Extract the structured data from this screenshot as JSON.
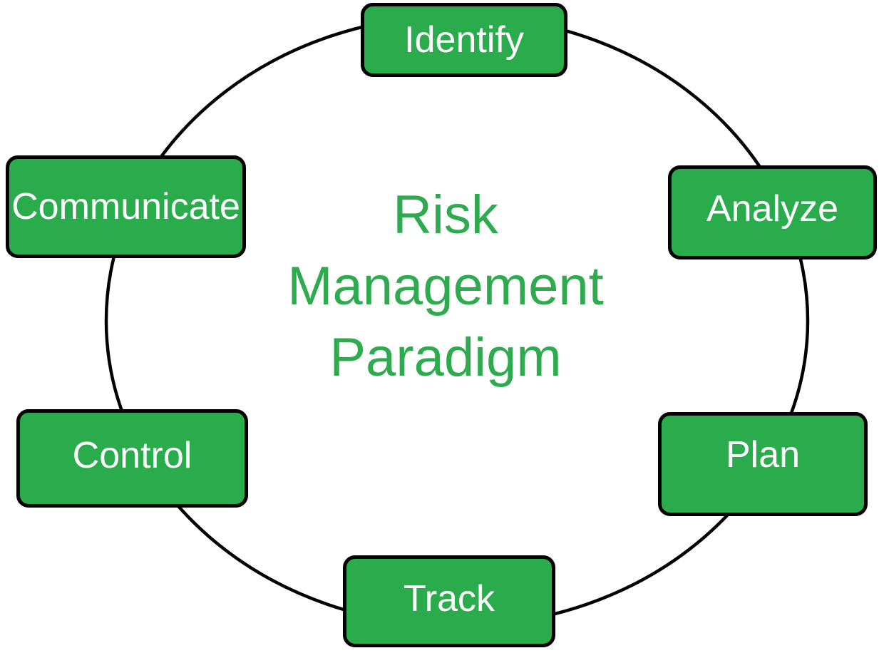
{
  "diagram": {
    "title": "Risk Management Paradigm",
    "title_lines": [
      "Risk",
      "Management",
      "Paradigm"
    ],
    "nodes": [
      {
        "label": "Identify",
        "position": "top"
      },
      {
        "label": "Analyze",
        "position": "upper-right"
      },
      {
        "label": "Plan",
        "position": "lower-right"
      },
      {
        "label": "Track",
        "position": "bottom"
      },
      {
        "label": "Control",
        "position": "lower-left"
      },
      {
        "label": "Communicate",
        "position": "upper-left"
      }
    ],
    "colors": {
      "node_fill": "#2bac4c",
      "node_border": "#000000",
      "node_text": "#ffffff",
      "title_text": "#2eab4e",
      "cycle_stroke": "#000000",
      "background": "#ffffff"
    }
  }
}
